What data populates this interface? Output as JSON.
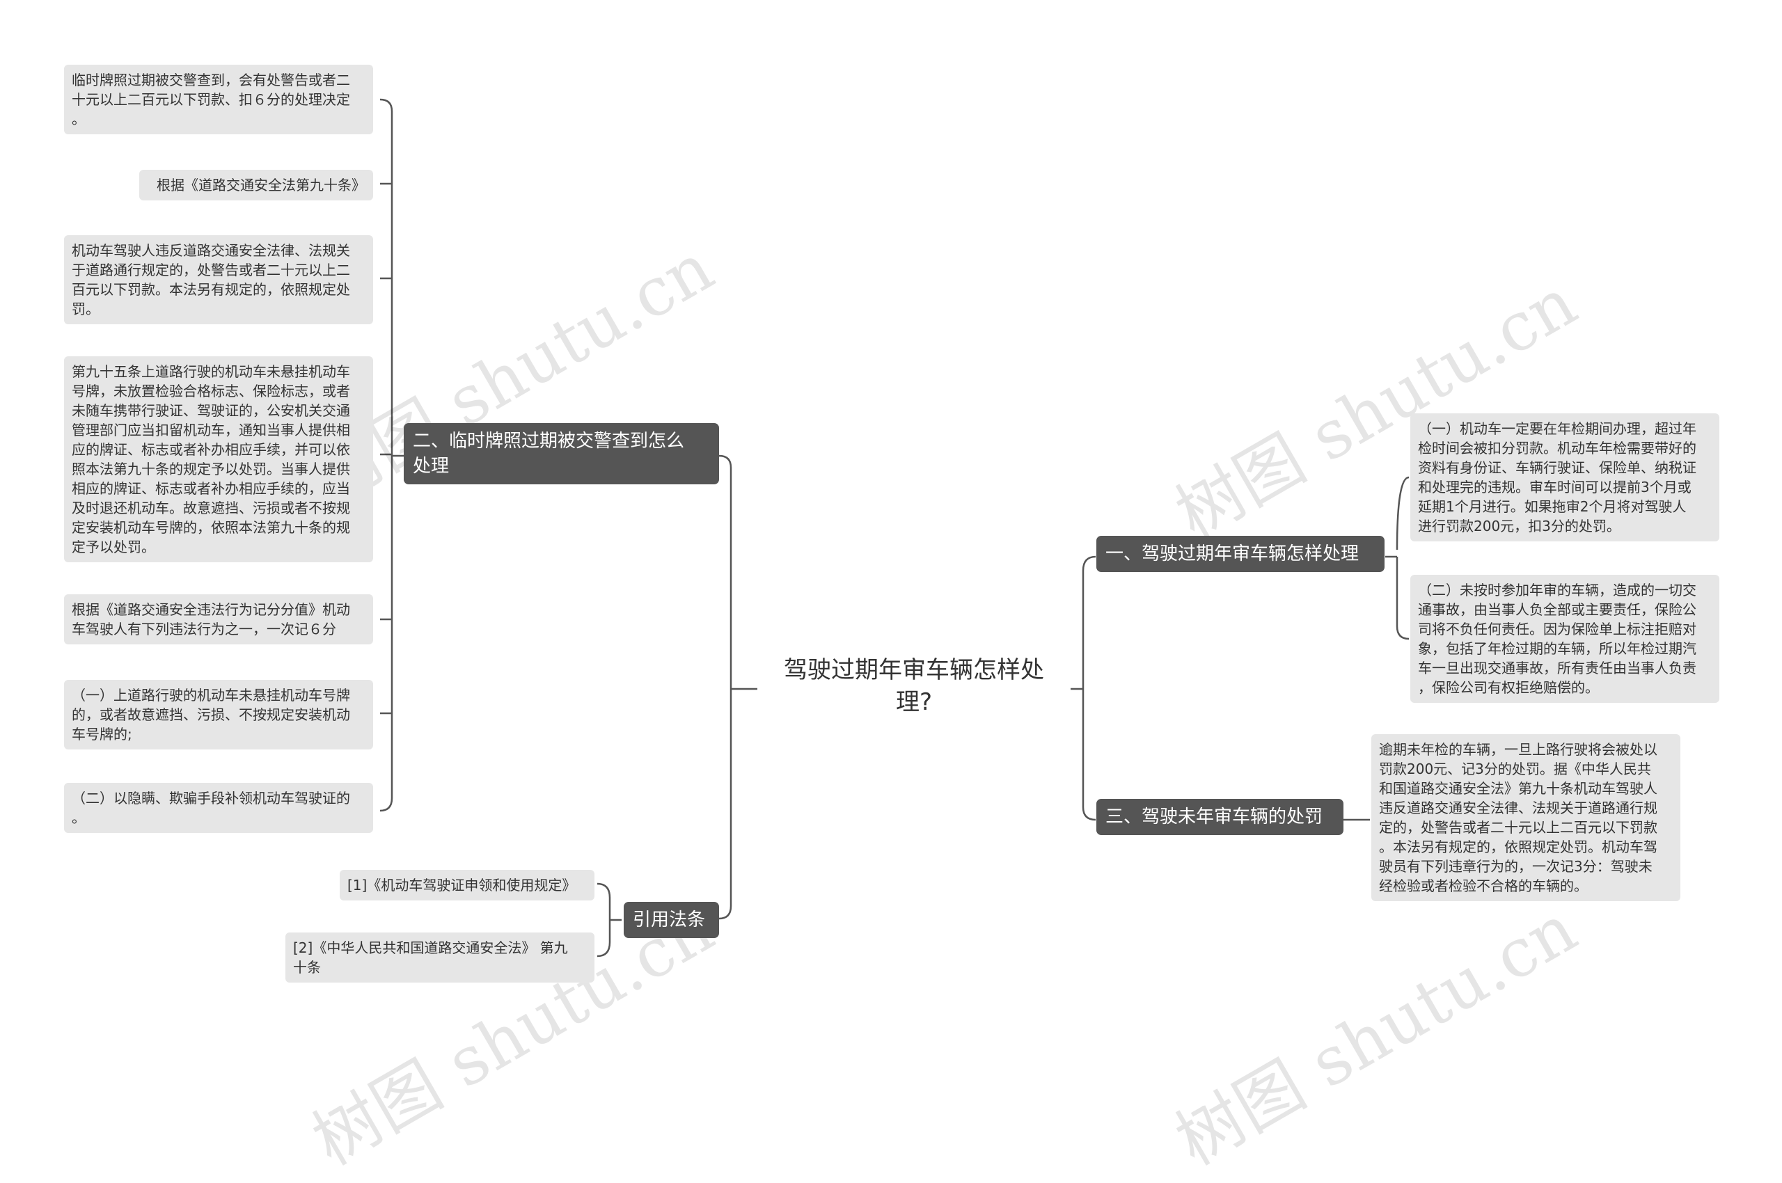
{
  "root": {
    "label": "驾驶过期年审车辆怎样处\n理?"
  },
  "branches": {
    "left_main": {
      "label": "二、临时牌照过期被交警查到怎么\n处理",
      "children": [
        "临时牌照过期被交警查到，会有处警告或者二\n十元以上二百元以下罚款、扣６分的处理决定\n。",
        "根据《道路交通安全法第九十条》",
        "机动车驾驶人违反道路交通安全法律、法规关\n于道路通行规定的，处警告或者二十元以上二\n百元以下罚款。本法另有规定的，依照规定处\n罚。",
        "第九十五条上道路行驶的机动车未悬挂机动车\n号牌，未放置检验合格标志、保险标志，或者\n未随车携带行驶证、驾驶证的，公安机关交通\n管理部门应当扣留机动车，通知当事人提供相\n应的牌证、标志或者补办相应手续，并可以依\n照本法第九十条的规定予以处罚。当事人提供\n相应的牌证、标志或者补办相应手续的，应当\n及时退还机动车。故意遮挡、污损或者不按规\n定安装机动车号牌的，依照本法第九十条的规\n定予以处罚。",
        "根据《道路交通安全违法行为记分分值》机动\n车驾驶人有下列违法行为之一，一次记６分",
        "（一）上道路行驶的机动车未悬挂机动车号牌\n的，或者故意遮挡、污损、不按规定安装机动\n车号牌的;",
        "（二）以隐瞒、欺骗手段补领机动车驾驶证的\n。"
      ]
    },
    "left_refs": {
      "label": "引用法条",
      "children": [
        "[1]《机动车驾驶证申领和使用规定》",
        "[2]《中华人民共和国道路交通安全法》 第九\n十条"
      ]
    },
    "right_1": {
      "label": "一、驾驶过期年审车辆怎样处理",
      "children": [
        "（一）机动车一定要在年检期间办理，超过年\n检时间会被扣分罚款。机动车年检需要带好的\n资料有身份证、车辆行驶证、保险单、纳税证\n和处理完的违规。审车时间可以提前3个月或\n延期1个月进行。如果拖审2个月将对驾驶人\n进行罚款200元，扣3分的处罚。",
        "（二）未按时参加年审的车辆，造成的一切交\n通事故，由当事人负全部或主要责任，保险公\n司将不负任何责任。因为保险单上标注拒赔对\n象，包括了年检过期的车辆，所以年检过期汽\n车一旦出现交通事故，所有责任由当事人负责\n，保险公司有权拒绝赔偿的。"
      ]
    },
    "right_3": {
      "label": "三、驾驶未年审车辆的处罚",
      "children": [
        "逾期未年检的车辆，一旦上路行驶将会被处以\n罚款200元、记3分的处罚。据《中华人民共\n和国道路交通安全法》第九十条机动车驾驶人\n违反道路交通安全法律、法规关于道路通行规\n定的，处警告或者二十元以上二百元以下罚款\n。本法另有规定的，依照规定处罚。机动车驾\n驶员有下列违章行为的，一次记3分：驾驶未\n经检验或者检验不合格的车辆的。"
      ]
    }
  },
  "watermark": [
    "树图 shutu.cn",
    "树图 shutu.cn",
    "树图 shutu.cn",
    "树图 shutu.cn"
  ],
  "colors": {
    "topic_bg": "#555555",
    "leaf_bg": "#e6e6e6",
    "line": "#555555",
    "text": "#333333"
  }
}
